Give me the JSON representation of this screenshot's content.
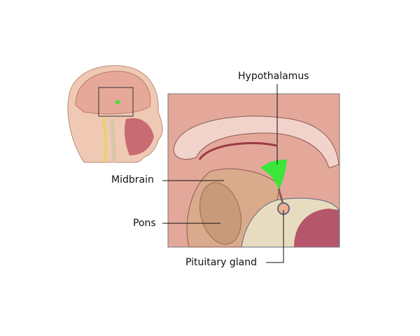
{
  "labels": {
    "hypothalamus": "Hypothalamus",
    "midbrain": "Midbrain",
    "pons": "Pons",
    "pituitary": "Pituitary gland"
  },
  "colors": {
    "hypothalamus_highlight": "#39e639",
    "brain_tissue": "#e3a89a",
    "corpus": "#f2d3cc",
    "brainstem": "#d9ab8c",
    "sinus": "#b5566a"
  }
}
